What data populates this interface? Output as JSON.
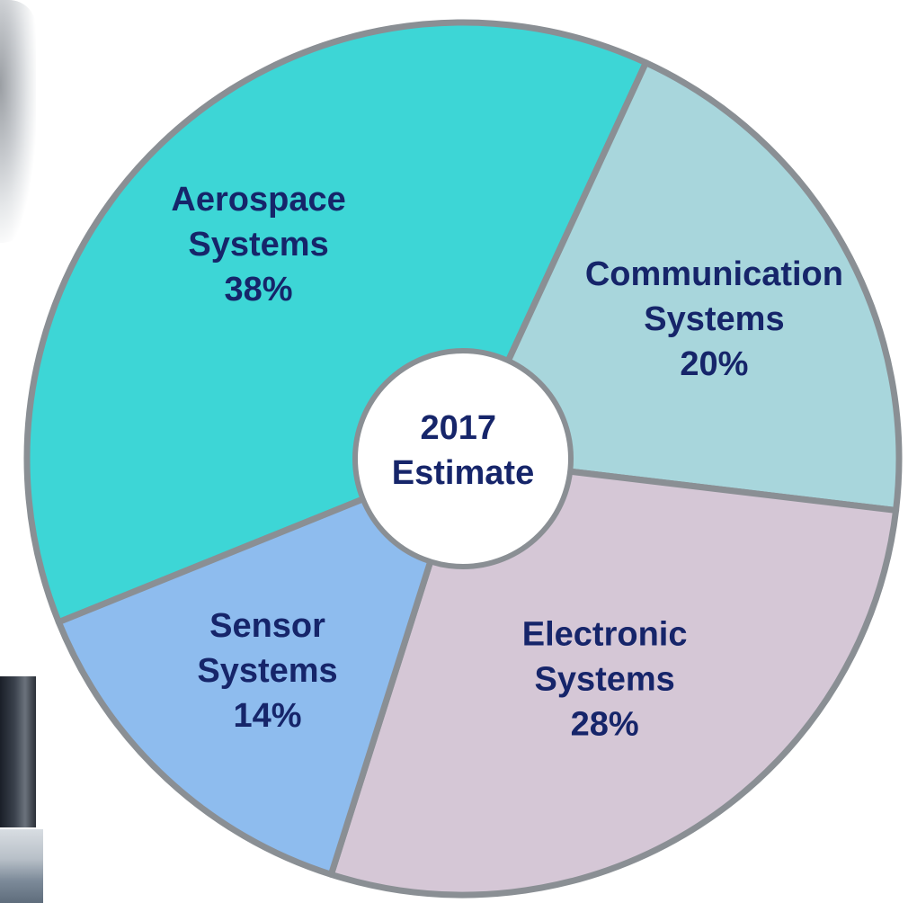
{
  "chart_data": {
    "type": "pie",
    "donut": true,
    "center_label": [
      "2017",
      "Estimate"
    ],
    "slices": [
      {
        "name": "Aerospace Systems",
        "lines": [
          "Aerospace",
          "Systems",
          "38%"
        ],
        "value": 38,
        "color": "#3dd6d6"
      },
      {
        "name": "Communication Systems",
        "lines": [
          "Communication",
          "Systems",
          "20%"
        ],
        "value": 20,
        "color": "#a8d6dc"
      },
      {
        "name": "Electronic Systems",
        "lines": [
          "Electronic",
          "Systems",
          "28%"
        ],
        "value": 28,
        "color": "#d5c7d6"
      },
      {
        "name": "Sensor Systems",
        "lines": [
          "Sensor",
          "Systems",
          "14%"
        ],
        "value": 14,
        "color": "#8ebcee"
      }
    ],
    "label_color": "#16256a",
    "center_fill": "#ffffff",
    "outline_color": "#8a8f94"
  },
  "decor": {
    "photo_icons": [
      "camera-photo-icon",
      "machine-photo-icon",
      "person-photo-icon"
    ]
  }
}
